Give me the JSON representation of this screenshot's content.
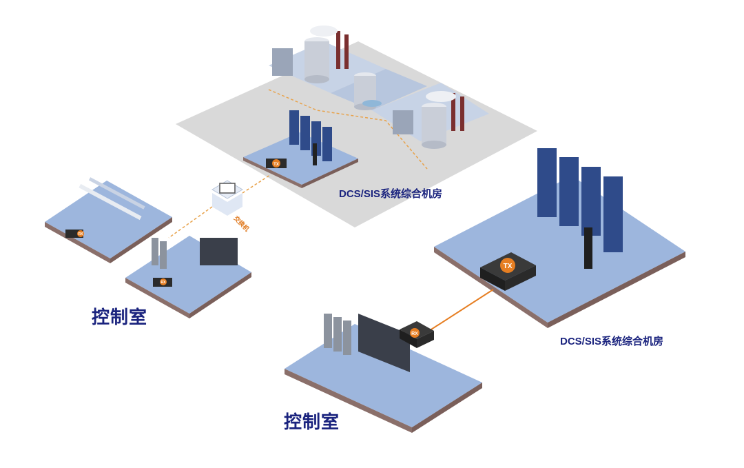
{
  "labels": {
    "dcs_room_top": "DCS/SIS系统综合机房",
    "dcs_room_right": "DCS/SIS系统综合机房",
    "control_room_left": "控制室",
    "control_room_bottom": "控制室",
    "switch": "交换机"
  },
  "device_badges": {
    "tx_top": "TX",
    "tx_right": "TX",
    "rx_left_a": "RX",
    "rx_left_b": "RX",
    "rx_bottom": "RX"
  },
  "colors": {
    "floor": "#9db6dd",
    "floor_edge": "#8a6f6a",
    "plant_ground": "#d6d6d6",
    "tx_badge": "#e67e22",
    "link_line": "#e67e22",
    "rack": "#2f4b8a",
    "label": "#1a237e"
  }
}
